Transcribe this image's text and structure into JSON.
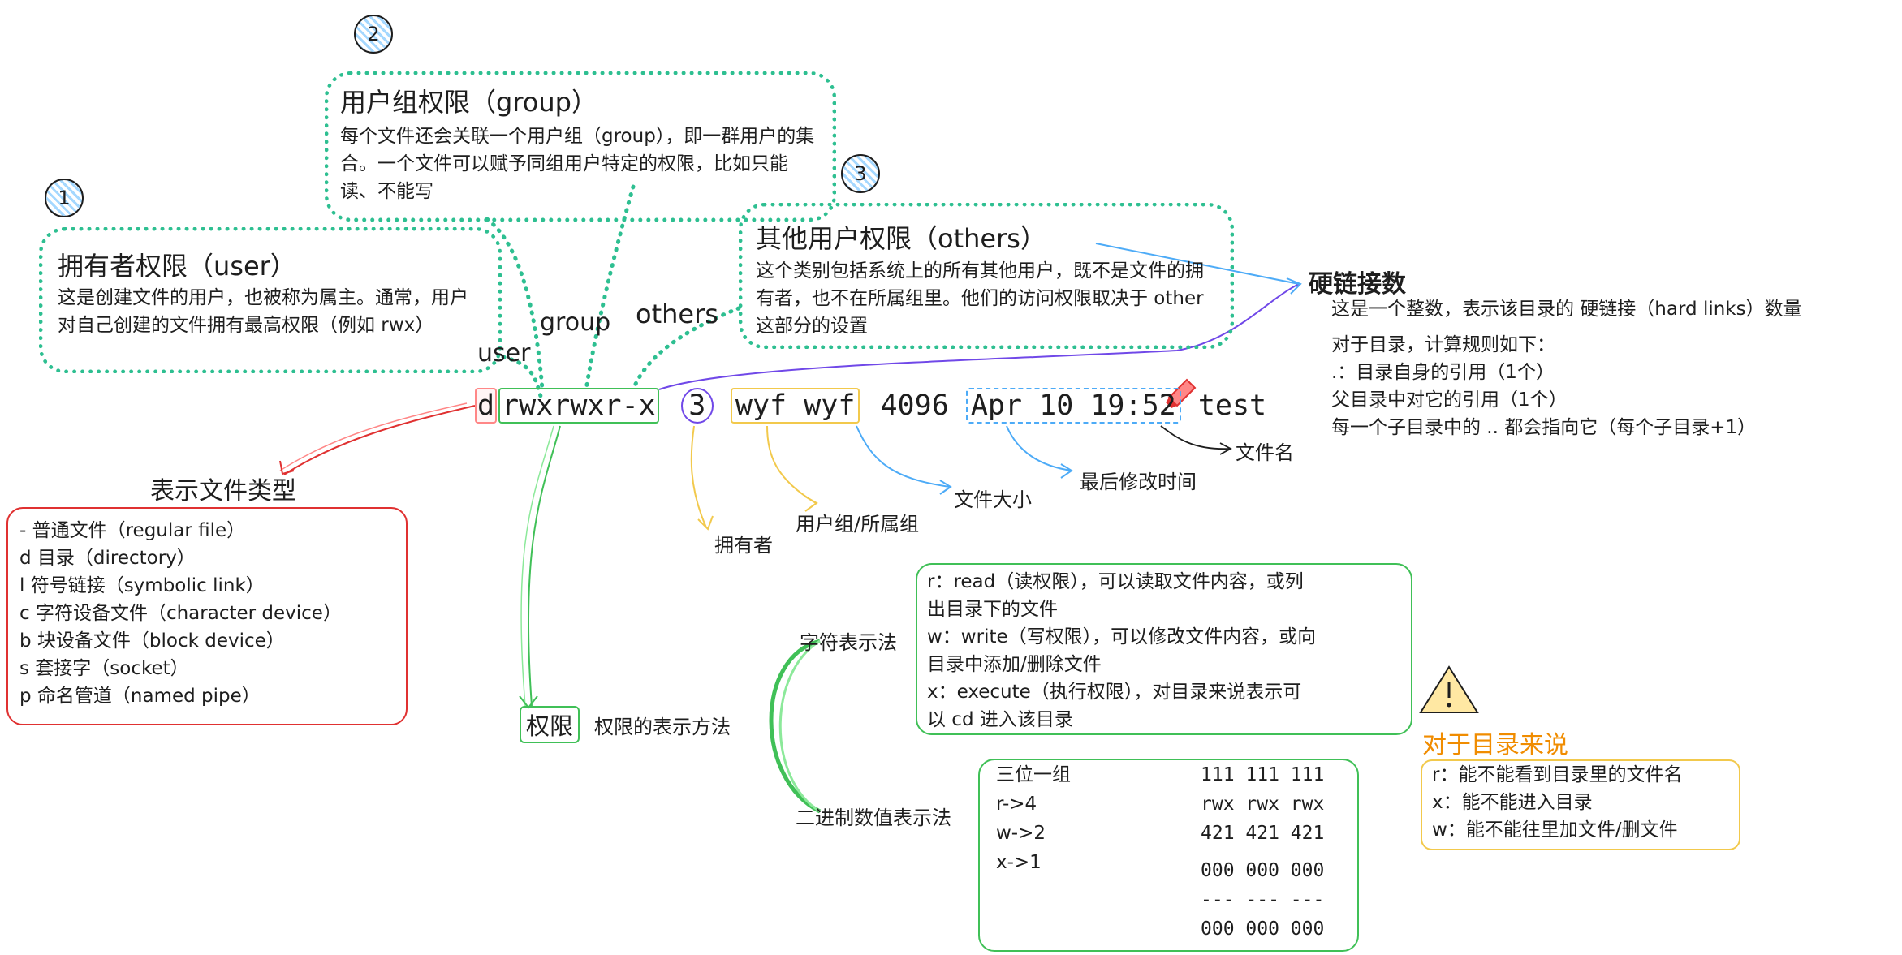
{
  "command": {
    "type_char": "d",
    "perms": "rwxrwxr-x",
    "links": "3",
    "owner_group": "wyf wyf",
    "size": "4096",
    "date": "Apr 10 19:52",
    "name": "test"
  },
  "markers": [
    "1",
    "2",
    "3"
  ],
  "user_box": {
    "title": "拥有者权限（user）",
    "body": "这是创建文件的用户，也被称为属主。通常，用户对自己创建的文件拥有最高权限（例如 rwx）"
  },
  "group_box": {
    "title": "用户组权限（group）",
    "body": "每个文件还会关联一个用户组（group），即一群用户的集合。一个文件可以赋予同组用户特定的权限，比如只能读、不能写"
  },
  "others_box": {
    "title": "其他用户权限（others）",
    "body": "这个类别包括系统上的所有其他用户，既不是文件的拥有者，也不在所属组里。他们的访问权限取决于 other 这部分的设置"
  },
  "labels": {
    "user": "user",
    "group": "group",
    "others": "others",
    "hardlinks_title": "硬链接数",
    "filename": "文件名",
    "mtime": "最后修改时间",
    "filesize": "文件大小",
    "usergroup": "用户组/所属组",
    "owner": "拥有者",
    "filetype_title": "表示文件类型",
    "perm": "权限",
    "perm_methods": "权限的表示方法",
    "char_method": "字符表示法",
    "binary_method": "二进制数值表示法",
    "dir_title": "对于目录来说"
  },
  "hardlinks": [
    "这是一个整数，表示该目录的 硬链接（hard links）数量",
    "对于目录，计算规则如下：",
    ".：目录自身的引用（1个）",
    "父目录中对它的引用（1个）",
    "每一个子目录中的 .. 都会指向它（每个子目录+1）"
  ],
  "filetypes": [
    "-  普通文件（regular file）",
    "d  目录（directory）",
    "l  符号链接（symbolic link）",
    "c  字符设备文件（character device）",
    "b  块设备文件（block device）",
    "s  套接字（socket）",
    "p  命名管道（named pipe）"
  ],
  "char_rules": [
    "r：read（读权限），可以读取文件内容，或列",
    "出目录下的文件",
    "w：write（写权限），可以修改文件内容，或向",
    "目录中添加/删除文件",
    "x：execute（执行权限），对目录来说表示可",
    "以 cd 进入该目录"
  ],
  "binary_left": [
    "三位一组",
    "r->4",
    "w->2",
    "x->1"
  ],
  "binary_right": [
    "111 111 111",
    "rwx rwx rwx",
    "421 421 421",
    "000 000 000",
    "--- --- ---",
    "000 000 000"
  ],
  "dir_rules": [
    "r：能不能看到目录里的文件名",
    "x：能不能进入目录",
    "w：能不能往里加文件/删文件"
  ],
  "colors": {
    "green": "#2ebf91",
    "perm_green": "#40c057",
    "red": "#e03131",
    "yellow": "#f2c94c",
    "blue": "#4dabf7",
    "purple": "#7048e8",
    "orange": "#f08c00",
    "warn_fill": "#ffe8a3"
  },
  "icons": [
    "warning-icon",
    "pencil-icon"
  ]
}
